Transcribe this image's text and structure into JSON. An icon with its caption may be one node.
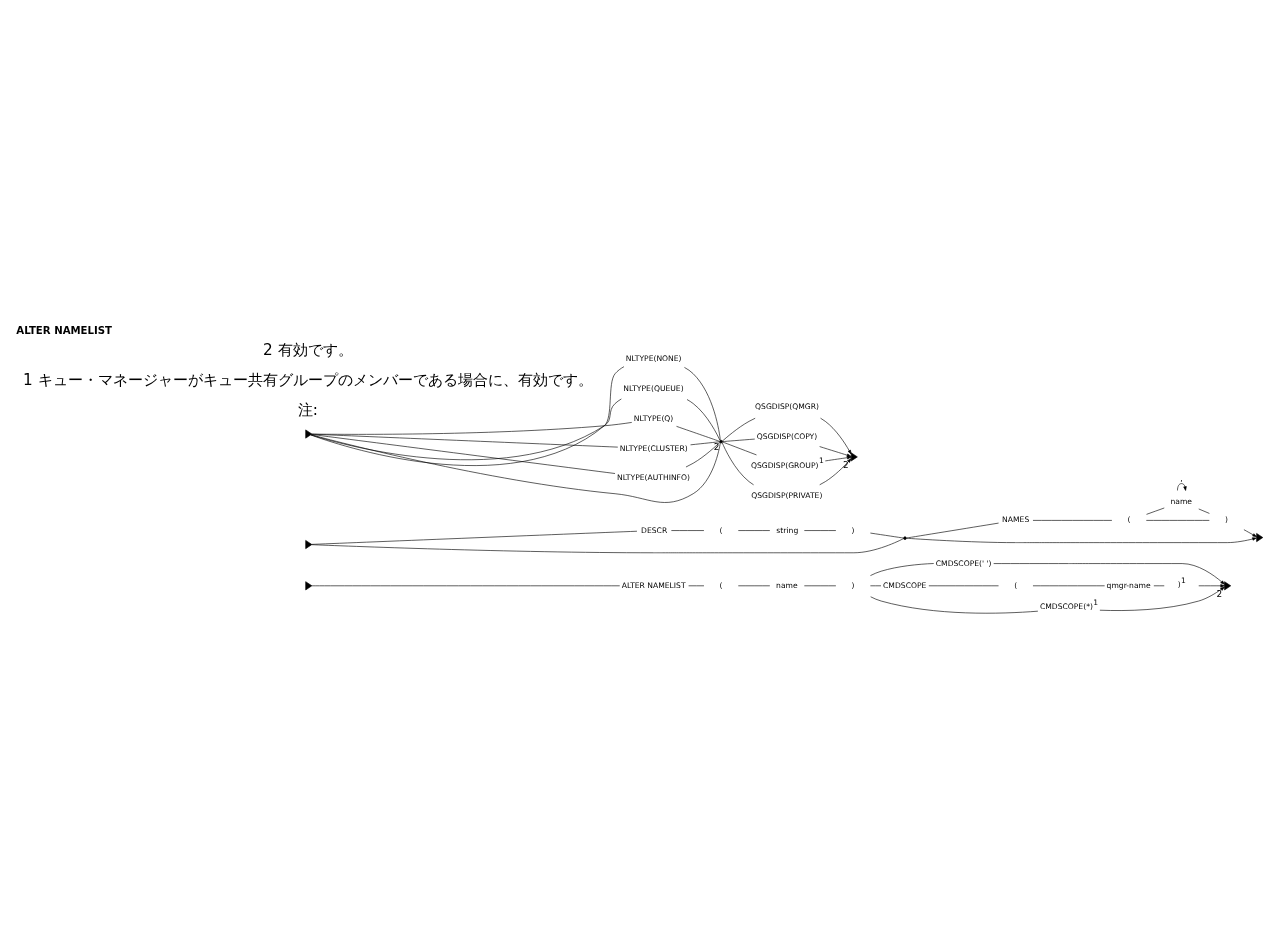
{
  "diagram": {
    "title": "ALTER NAMELIST",
    "nodes": [
      {
        "text": [],
        "shape": "triangle"
      },
      {
        "text": [
          "ALTER NAMELIST"
        ]
      },
      {
        "text": [
          "("
        ]
      },
      {
        "text": [
          "name"
        ]
      },
      {
        "text": [
          ")"
        ]
      },
      {
        "text": [
          "CMDSCOPE(' ')"
        ]
      },
      {
        "text": [
          "CMDSCOPE"
        ]
      },
      {
        "text": [
          "("
        ]
      },
      {
        "text": [
          "qmgr-name"
        ]
      },
      {
        "text": [
          ")"
        ],
        "beside": [
          "1"
        ]
      },
      {
        "text": [
          "CMDSCOPE(*)"
        ],
        "beside": [
          "1"
        ]
      },
      {
        "text": [],
        "shape": "triangle",
        "beside": [
          "2"
        ]
      },
      {
        "text": [],
        "shape": "triangle"
      },
      {
        "text": [
          "DESCR"
        ]
      },
      {
        "text": [
          "("
        ]
      },
      {
        "text": [
          "string"
        ]
      },
      {
        "text": [
          ")"
        ]
      },
      {
        "text": [],
        "shape": "point"
      },
      {
        "text": [
          "NAMES"
        ]
      },
      {
        "text": [
          "("
        ]
      },
      {
        "text": [
          "name"
        ]
      },
      {
        "text": [
          ")"
        ]
      },
      {
        "text": [],
        "shape": "triangle"
      },
      {
        "text": [],
        "shape": "triangle"
      },
      {
        "text": [
          "NLTYPE(NONE)"
        ]
      },
      {
        "text": [
          "NLTYPE(QUEUE)"
        ]
      },
      {
        "text": [
          "NLTYPE(Q)"
        ]
      },
      {
        "text": [
          "NLTYPE(CLUSTER)"
        ]
      },
      {
        "text": [
          "NLTYPE(AUTHINFO)"
        ]
      },
      {
        "text": [],
        "shape": "point",
        "beside": [
          "2"
        ]
      },
      {
        "text": [
          "QSGDISP(QMGR)"
        ]
      },
      {
        "text": [
          "QSGDISP(COPY)"
        ]
      },
      {
        "text": [
          "QSGDISP(GROUP)"
        ],
        "beside": [
          "1"
        ]
      },
      {
        "text": [
          "QSGDISP(PRIVATE)"
        ]
      },
      {
        "text": [],
        "shape": "triangle",
        "beside": [
          "2"
        ]
      }
    ],
    "edges": [
      {
        "from": 0,
        "to": 1,
        "arrow": "none"
      },
      {
        "from": 1,
        "to": 2,
        "arrow": "none"
      },
      {
        "from": 2,
        "to": 3,
        "arrow": "none"
      },
      {
        "from": 3,
        "to": 4,
        "arrow": "none"
      },
      {
        "from": 4,
        "to": 5,
        "arrow": "none"
      },
      {
        "from": 4,
        "to": 6,
        "arrow": "none"
      },
      {
        "from": 4,
        "to": 10,
        "arrow": "none"
      },
      {
        "from": 6,
        "to": 7,
        "arrow": "none"
      },
      {
        "from": 7,
        "to": 8,
        "arrow": "none"
      },
      {
        "from": 8,
        "to": 9,
        "arrow": "none"
      },
      {
        "from": 5,
        "to": 11,
        "arrow": "to"
      },
      {
        "from": 9,
        "to": 11,
        "arrow": "to"
      },
      {
        "from": 10,
        "to": 11,
        "arrow": "to"
      },
      {
        "from": 12,
        "to": 13,
        "arrow": "none"
      },
      {
        "from": 13,
        "to": 14,
        "arrow": "none"
      },
      {
        "from": 14,
        "to": 15,
        "arrow": "none"
      },
      {
        "from": 15,
        "to": 16,
        "arrow": "none"
      },
      {
        "from": 16,
        "to": 17,
        "arrow": "none"
      },
      {
        "from": 12,
        "to": 17,
        "arrow": "none"
      },
      {
        "from": 17,
        "to": 18,
        "arrow": "none"
      },
      {
        "from": 18,
        "to": 19,
        "arrow": "none"
      },
      {
        "from": 19,
        "to": 20,
        "arrow": "none"
      },
      {
        "from": 19,
        "to": 21,
        "arrow": "none"
      },
      {
        "from": 20,
        "to": 21,
        "arrow": "none"
      },
      {
        "from": 20,
        "to": 20,
        "arrow": "to",
        "label": ","
      },
      {
        "from": 21,
        "to": 22,
        "arrow": "to"
      },
      {
        "from": 17,
        "to": 22,
        "arrow": "to"
      },
      {
        "from": 23,
        "to": 24,
        "arrow": "none"
      },
      {
        "from": 23,
        "to": 25,
        "arrow": "none"
      },
      {
        "from": 23,
        "to": 26,
        "arrow": "none"
      },
      {
        "from": 23,
        "to": 27,
        "arrow": "none"
      },
      {
        "from": 23,
        "to": 28,
        "arrow": "none"
      },
      {
        "from": 23,
        "to": 29,
        "arrow": "none"
      },
      {
        "from": 24,
        "to": 29,
        "arrow": "none"
      },
      {
        "from": 25,
        "to": 29,
        "arrow": "none"
      },
      {
        "from": 26,
        "to": 29,
        "arrow": "none"
      },
      {
        "from": 27,
        "to": 29,
        "arrow": "none"
      },
      {
        "from": 28,
        "to": 29,
        "arrow": "none"
      },
      {
        "from": 29,
        "to": 30,
        "arrow": "none"
      },
      {
        "from": 29,
        "to": 31,
        "arrow": "none"
      },
      {
        "from": 29,
        "to": 32,
        "arrow": "none"
      },
      {
        "from": 29,
        "to": 33,
        "arrow": "none"
      },
      {
        "from": 30,
        "to": 34,
        "arrow": "to"
      },
      {
        "from": 31,
        "to": 34,
        "arrow": "to"
      },
      {
        "from": 32,
        "to": 34,
        "arrow": "to"
      },
      {
        "from": 33,
        "to": 34,
        "arrow": "to"
      }
    ],
    "labels": [
      "注:",
      "1 キュー・マネージャーがキュー共有グループのメンバーである場合に、有効です。",
      "2 有効です。"
    ]
  }
}
